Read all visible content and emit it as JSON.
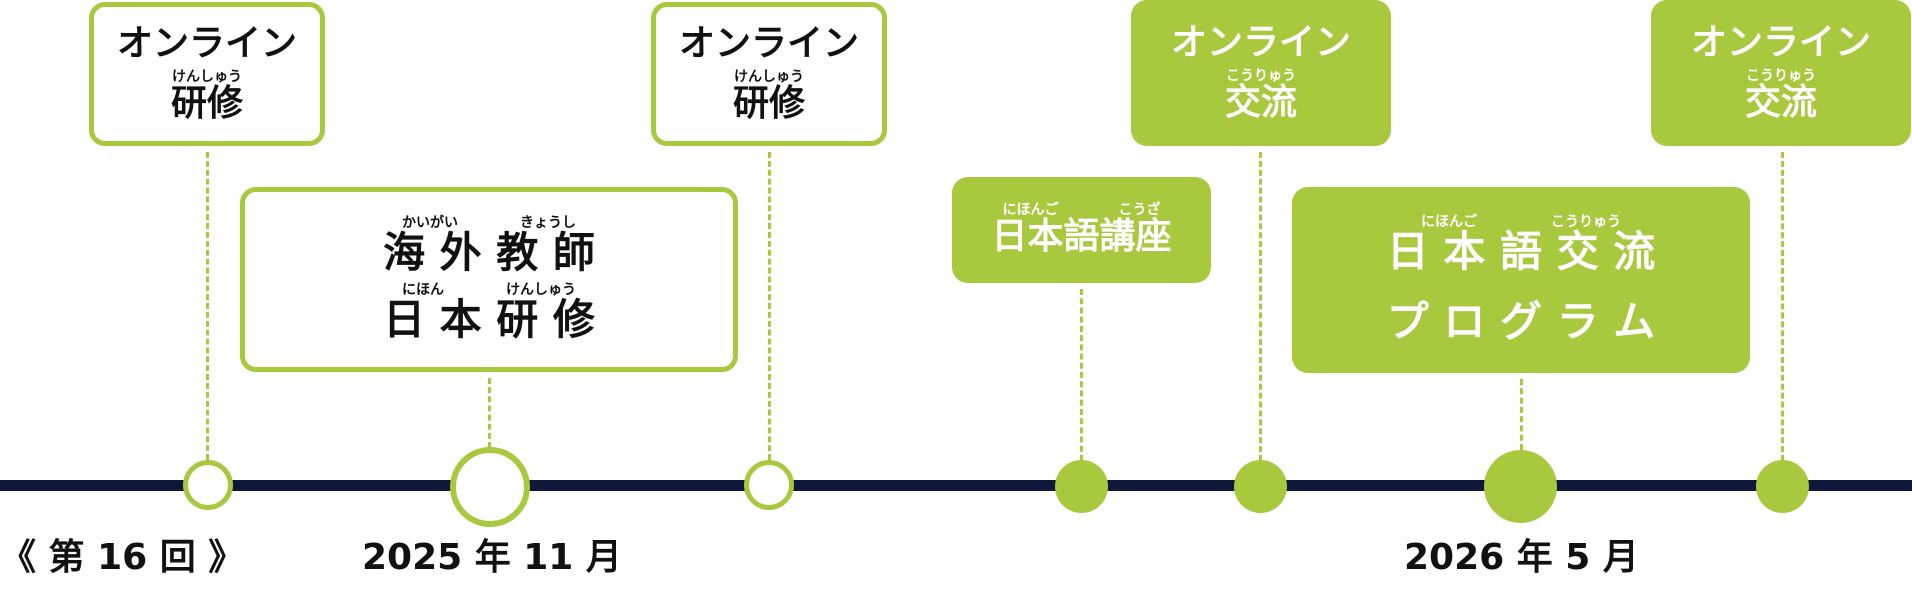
{
  "events": {
    "online_training_1": {
      "title": "オンライン",
      "ruby": "けんしゅう",
      "subtitle": "研修"
    },
    "overseas_teacher_training": {
      "ruby1a": "かいがい",
      "ruby1b": "きょうし",
      "line1": "海 外 教 師",
      "ruby2a": "にほん",
      "ruby2b": "けんしゅう",
      "line2": "日 本 研 修"
    },
    "online_training_2": {
      "title": "オンライン",
      "ruby": "けんしゅう",
      "subtitle": "研修"
    },
    "japanese_course": {
      "ruby_a": "にほんご",
      "ruby_b": "こうざ",
      "title": "日本語講座"
    },
    "online_exchange_1": {
      "title": "オンライン",
      "ruby": "こうりゅう",
      "subtitle": "交流"
    },
    "exchange_program": {
      "ruby_a": "にほんご",
      "ruby_b": "こうりゅう",
      "line1": "日 本 語 交 流",
      "line2": "プ ロ グ ラ ム"
    },
    "online_exchange_2": {
      "title": "オンライン",
      "ruby": "こうりゅう",
      "subtitle": "交流"
    }
  },
  "labels": {
    "session": "《 第 16 回 》",
    "date1": "2025 年 11 月",
    "date2": "2026 年 5 月"
  },
  "colors": {
    "accent": "#a8c83e",
    "timeline": "#0f1838"
  }
}
